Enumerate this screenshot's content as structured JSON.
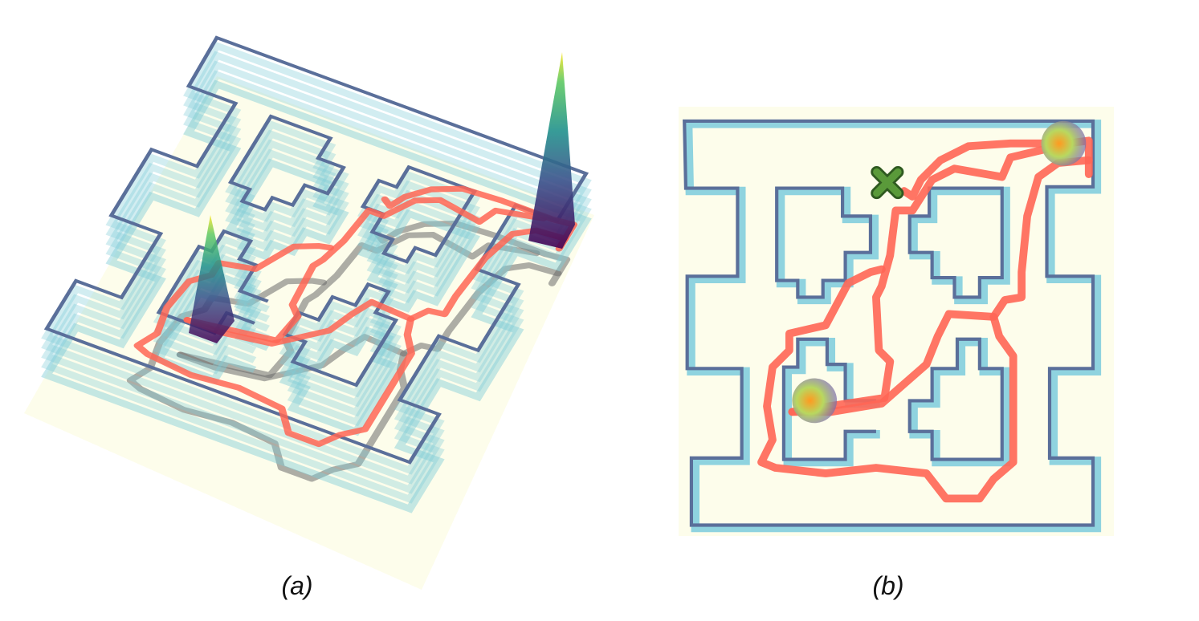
{
  "figure": {
    "panels": [
      {
        "label": "(a)",
        "view": "3d-maze-with-density-peaks"
      },
      {
        "label": "(b)",
        "view": "top-down-maze-with-trajectories"
      }
    ],
    "colors": {
      "floor": "#fdfdeb",
      "wall": "#7fcbd8",
      "wall_edge": "#5a6f9a",
      "trajectory": "#ff6655",
      "goal_marker": "#5a9a3a"
    }
  }
}
